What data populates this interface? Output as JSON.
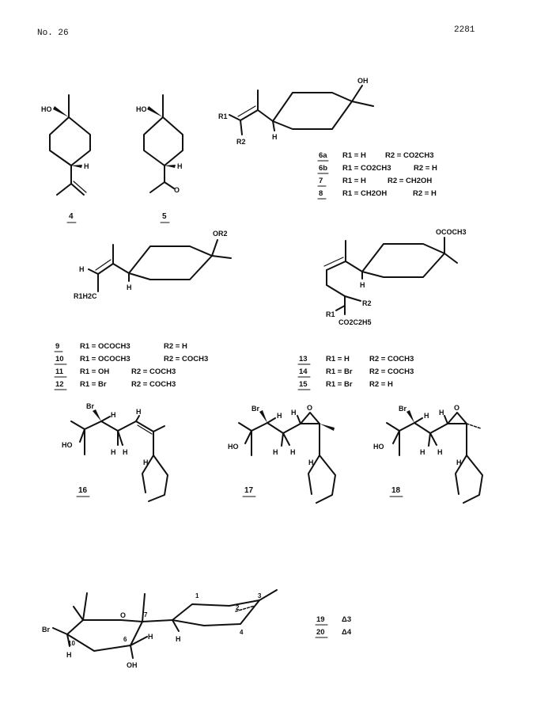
{
  "header": {
    "journal_number": "No. 26",
    "page_number": "2281"
  },
  "atoms": {
    "HO": "HO",
    "OH": "OH",
    "H": "H",
    "O": "O",
    "Br": "Br",
    "R1": "R1",
    "R2": "R2",
    "OR2": "OR2",
    "OCOCH3": "OCOCH3",
    "R1H2C": "R1H2C",
    "CO2C2H5": "CO2C2H5",
    "Br_abbr": "Br"
  },
  "compounds": {
    "c4": "4",
    "c5": "5",
    "c16": "16",
    "c17": "17",
    "c18": "18"
  },
  "table_6_8": [
    {
      "id": "6a",
      "r1": "R1 = H",
      "r2": "R2 = CO2CH3"
    },
    {
      "id": "6b",
      "r1": "R1 = CO2CH3",
      "r2": "R2 = H"
    },
    {
      "id": "7",
      "r1": "R1 = H",
      "r2": "R2 = CH2OH"
    },
    {
      "id": "8",
      "r1": "R1 = CH2OH",
      "r2": "R2 = H"
    }
  ],
  "table_9_12": [
    {
      "id": "9",
      "r1": "R1 = OCOCH3",
      "r2": "R2 = H"
    },
    {
      "id": "10",
      "r1": "R1 = OCOCH3",
      "r2": "R2 = COCH3"
    },
    {
      "id": "11",
      "r1": "R1 = OH",
      "r2": "R2 = COCH3"
    },
    {
      "id": "12",
      "r1": "R1 = Br",
      "r2": "R2 = COCH3"
    }
  ],
  "table_13_15": [
    {
      "id": "13",
      "r1": "R1 = H",
      "r2": "R2 = COCH3"
    },
    {
      "id": "14",
      "r1": "R1 = Br",
      "r2": "R2 = COCH3"
    },
    {
      "id": "15",
      "r1": "R1 = Br",
      "r2": "R2 = H"
    }
  ],
  "table_19_20": [
    {
      "id": "19",
      "delta": "Δ3"
    },
    {
      "id": "20",
      "delta": "Δ4"
    }
  ],
  "locants": {
    "l1": "1",
    "l2": "2",
    "l3": "3",
    "l4": "4",
    "l6": "6",
    "l7": "7",
    "l10": "10"
  }
}
